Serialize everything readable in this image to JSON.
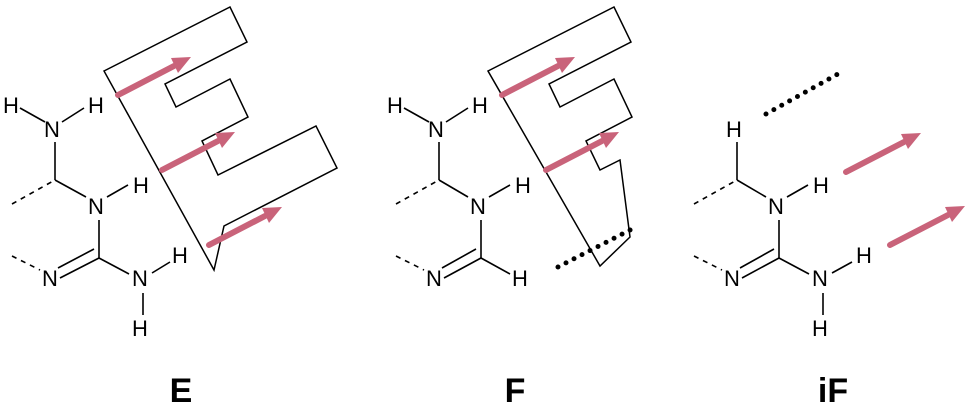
{
  "panels": [
    {
      "label": "E"
    },
    {
      "label": "F"
    },
    {
      "label": "iF"
    }
  ],
  "atoms": {
    "H": "H",
    "N": "N"
  },
  "colors": {
    "arrow": "#c9637a",
    "line": "#000000",
    "background": "#ffffff"
  }
}
